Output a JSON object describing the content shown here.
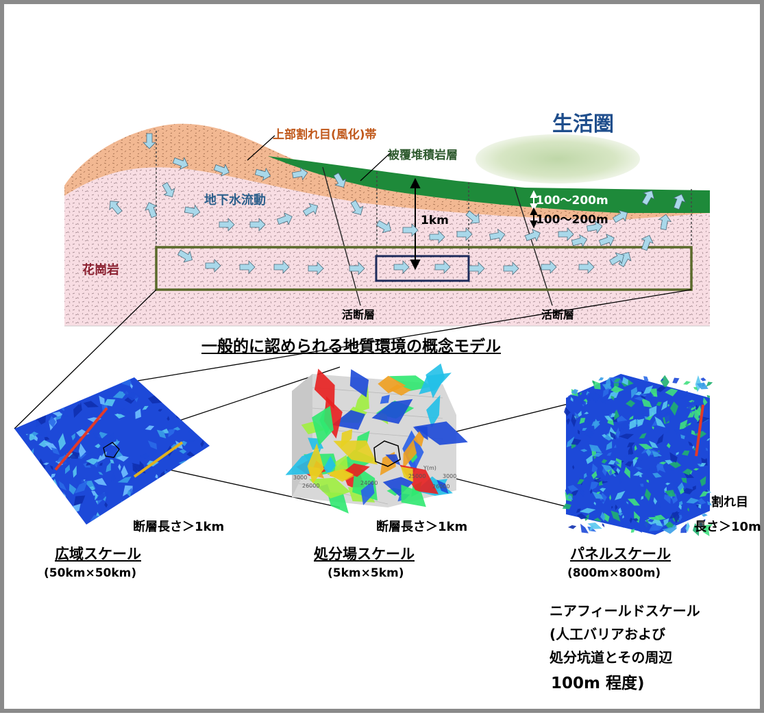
{
  "title": "一般的に認められる地質環境の概念モデル",
  "labels": {
    "biosphere": "生活圏",
    "weathered_zone": "上部割れ目(風化)帯",
    "sediment_cover": "被覆堆積岩層",
    "groundwater_flow": "地下水流動",
    "granite": "花崗岩",
    "depth_1km": "1km",
    "thickness_sediment": "100～200m",
    "thickness_weathered": "100～200m",
    "active_fault_1": "活断層",
    "active_fault_2": "活断層"
  },
  "scales": {
    "regional": {
      "name": "広域スケール",
      "size": "(50km×50km)",
      "note": "断層長さ＞1km"
    },
    "repository": {
      "name": "処分場スケール",
      "size": "(5km×5km)",
      "note": "断層長さ＞1km"
    },
    "panel": {
      "name": "パネルスケール",
      "size": "(800m×800m)",
      "note_line1": "割れ目",
      "note_line2": "長さ＞10m"
    }
  },
  "near_field": {
    "line1": "ニアフィールドスケール",
    "line2": "(人工バリアおよび",
    "line3": "処分坑道とその周辺",
    "line4": "100m 程度)"
  },
  "axis_ticks": [
    "3000",
    "26000",
    "24000",
    "Y(m)",
    "25000",
    "26000",
    "3000"
  ],
  "colors": {
    "weathered": "#f2b892",
    "granite": "#f8dde3",
    "sediment": "#1e8a3a",
    "arrow": "#a9d8ea",
    "biosphere_text": "#1f4e8c",
    "label_orange": "#c0581a",
    "label_green": "#2e5a2e",
    "flow_label": "#2b5f8c",
    "granite_label": "#8b2030",
    "box_olive": "#5a6a2a",
    "box_navy": "#1d2a5a",
    "dfn_blue": "#1d49d8"
  }
}
